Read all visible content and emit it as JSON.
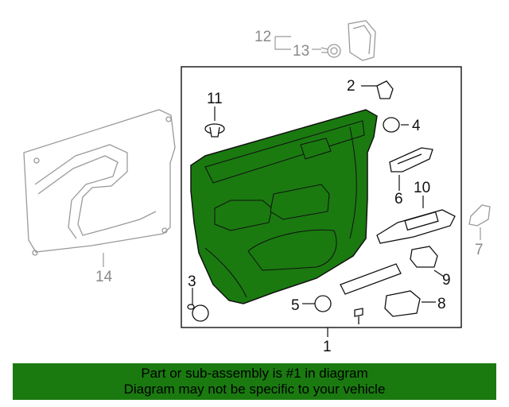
{
  "callouts": {
    "c1": "1",
    "c2": "2",
    "c3": "3",
    "c4": "4",
    "c5": "5",
    "c6": "6",
    "c7": "7",
    "c8": "8",
    "c9": "9",
    "c10": "10",
    "c11": "11",
    "c12": "12",
    "c13": "13",
    "c14": "14"
  },
  "banner": {
    "line1": "Part or sub-assembly is #1 in diagram",
    "line2": "Diagram may not be specific to your vehicle"
  },
  "colors": {
    "highlight": "#1a7a10",
    "outline": "#111111",
    "ghost": "#9a9a9a"
  }
}
